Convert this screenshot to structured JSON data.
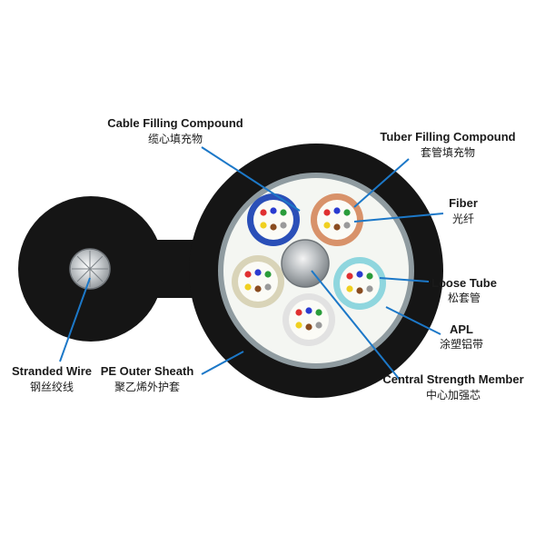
{
  "labels": {
    "cable_filling": {
      "en": "Cable Filling Compound",
      "zh": "缆心填充物"
    },
    "tuber_filling": {
      "en": "Tuber Filling Compound",
      "zh": "套管填充物"
    },
    "fiber": {
      "en": "Fiber",
      "zh": "光纤"
    },
    "loose_tube": {
      "en": "Loose Tube",
      "zh": "松套管"
    },
    "apl": {
      "en": "APL",
      "zh": "涂塑铝带"
    },
    "central_member": {
      "en": "Central Strength Member",
      "zh": "中心加强芯"
    },
    "pe_sheath": {
      "en": "PE Outer Sheath",
      "zh": "聚乙烯外护套"
    },
    "stranded_wire": {
      "en": "Stranded Wire",
      "zh": "钢丝绞线"
    }
  },
  "colors": {
    "sheath": "#151515",
    "core_fill": "#f4f6f2",
    "apl_ring": "#8f9ba0",
    "leader_line": "#1c78c8",
    "tube_blue": "#2a4fb8",
    "tube_orange": "#d8926a",
    "tube_natural": "#d9d4b8",
    "tube_aqua": "#8fd6de",
    "tube_white": "#e2e2e2"
  },
  "loose_tubes": [
    {
      "color_key": "tube_blue",
      "fibers": [
        "#e03030",
        "#2a3bd0",
        "#2a9c3a",
        "#f0d020",
        "#8a4c20",
        "#9a9a9a"
      ]
    },
    {
      "color_key": "tube_orange",
      "fibers": [
        "#e03030",
        "#2a3bd0",
        "#2a9c3a",
        "#f0d020",
        "#8a4c20",
        "#9a9a9a"
      ]
    },
    {
      "color_key": "tube_natural",
      "fibers": [
        "#e03030",
        "#2a3bd0",
        "#2a9c3a",
        "#f0d020",
        "#8a4c20",
        "#9a9a9a"
      ]
    },
    {
      "color_key": "tube_aqua",
      "fibers": [
        "#e03030",
        "#2a3bd0",
        "#2a9c3a",
        "#f0d020",
        "#8a4c20",
        "#9a9a9a"
      ]
    },
    {
      "color_key": "tube_white",
      "fibers": [
        "#e03030",
        "#2a3bd0",
        "#2a9c3a",
        "#f0d020",
        "#8a4c20",
        "#9a9a9a"
      ]
    }
  ]
}
